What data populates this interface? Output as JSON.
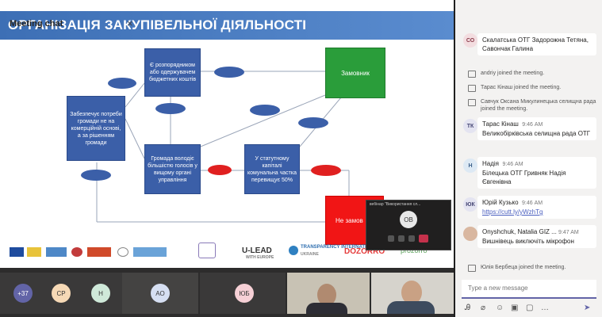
{
  "slide": {
    "title": "ОРГАНІЗАЦІЯ ЗАКУПІВЕЛЬНОЇ ДІЯЛЬНОСТІ",
    "box_left": "Забезпечує потреби громади не на комерційній основі, а за рішенням громади",
    "box_top": "Є розпорядником або одержувачем бюджетних коштів",
    "box_mid": "Громада володіє більшістю голосів у вищому органі управління",
    "box_right": "У статутному капіталі комунальна частка перевищує 50%",
    "box_green": "Замовник",
    "box_red": "Не замов",
    "logos": {
      "ulead": "U-LEAD",
      "ulead_sub": "WITH EUROPE",
      "ti": "TRANSPARENCY INTERNATIONAL",
      "ti_sub": "UKRAINE",
      "dozorro": "DOZORRO",
      "prozorro": "prozorro"
    }
  },
  "mini_popup": {
    "title": "вебінар \"Використання сл...",
    "avatar": "ОВ"
  },
  "chat": {
    "title": "Meeting chat",
    "close": "×",
    "messages": [
      {
        "type": "card",
        "avatar": "СО",
        "text": "Скалатська ОТГ Задорожна Тетяна, Савончак Галина"
      },
      {
        "type": "system",
        "text": "andriy joined the meeting."
      },
      {
        "type": "system",
        "text": "Тарас Кінаш joined the meeting."
      },
      {
        "type": "system",
        "text": "Савчук Оксана Микулинецька селищна рада joined the meeting."
      },
      {
        "type": "card",
        "avatar": "ТК",
        "author": "Тарас Кінаш",
        "time": "9:46 AM",
        "text": "Великобірківська селищна рада ОТГ"
      },
      {
        "type": "card",
        "avatar": "Н",
        "author": "Надія",
        "time": "9:46 AM",
        "text": "Білецька ОТГ Гривняк Надія Євгенівна"
      },
      {
        "type": "card",
        "avatar": "ЮК",
        "author": "Юрій Кузько",
        "time": "9:46 AM",
        "text": "https://cutt.ly/yWzhTg"
      },
      {
        "type": "card",
        "avatar": "",
        "author": "Onyshchuk, Natalia GIZ ...",
        "time": "9:47 AM",
        "text": "Вишнівець виключіть мікрофон"
      },
      {
        "type": "system",
        "text": "Юлія Бербеца joined the meeting."
      }
    ],
    "compose_placeholder": "Type a new message"
  },
  "participants": [
    {
      "label": "+37",
      "color": "#6264a7",
      "text_color": "#ffffff"
    },
    {
      "label": "СР",
      "color": "#f6d9b6",
      "text_color": "#333333"
    },
    {
      "label": "Н",
      "color": "#cfe9d9",
      "text_color": "#333333"
    },
    {
      "label": "АО",
      "color": "#d6dff2",
      "text_color": "#333333"
    },
    {
      "label": "ЮБ",
      "color": "#f6d0d6",
      "text_color": "#333333"
    }
  ]
}
